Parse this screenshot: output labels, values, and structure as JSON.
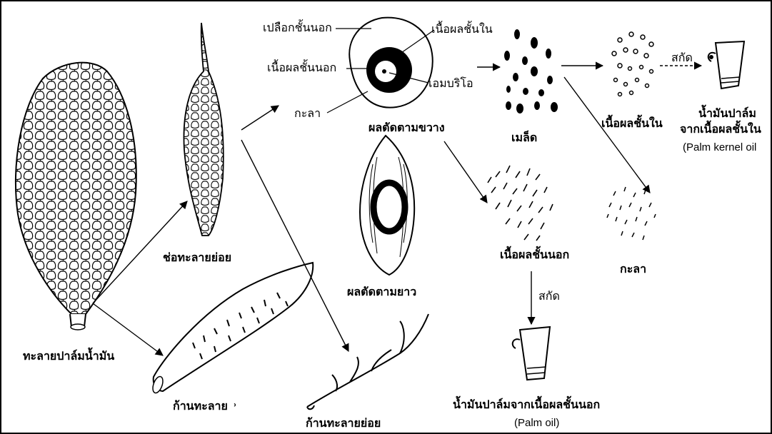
{
  "labels": {
    "bunch": "ทะลายปาล์มน้ำมัน",
    "spikelet": "ช่อทะลายย่อย",
    "stalk": "ก้านทะลาย",
    "stalk_mark": "˒",
    "sub_stalk": "ก้านทะลายย่อย",
    "exocarp": "เปลือกชั้นนอก",
    "endosperm_top": "เนื้อผลชั้นใน",
    "mesocarp_left": "เนื้อผลชั้นนอก",
    "embryo": "เอมบริโอ",
    "shell_left": "กะลา",
    "cross_section": "ผลตัดตามขวาง",
    "long_section": "ผลตัดตามยาว",
    "seeds": "เมล็ด",
    "kernel": "เนื้อผลชั้นใน",
    "extract_top": "สกัด",
    "kernel_oil_th_1": "น้ำมันปาล์ม",
    "kernel_oil_th_2": "จากเนื้อผลชั้นใน",
    "kernel_oil_en": "(Palm kernel oil",
    "mesocarp": "เนื้อผลชั้นนอก",
    "shell": "กะลา",
    "extract_bottom": "สกัด",
    "palm_oil_th": "น้ำมันปาล์มจากเนื้อผลชั้นนอก",
    "palm_oil_en": "(Palm oil)"
  }
}
